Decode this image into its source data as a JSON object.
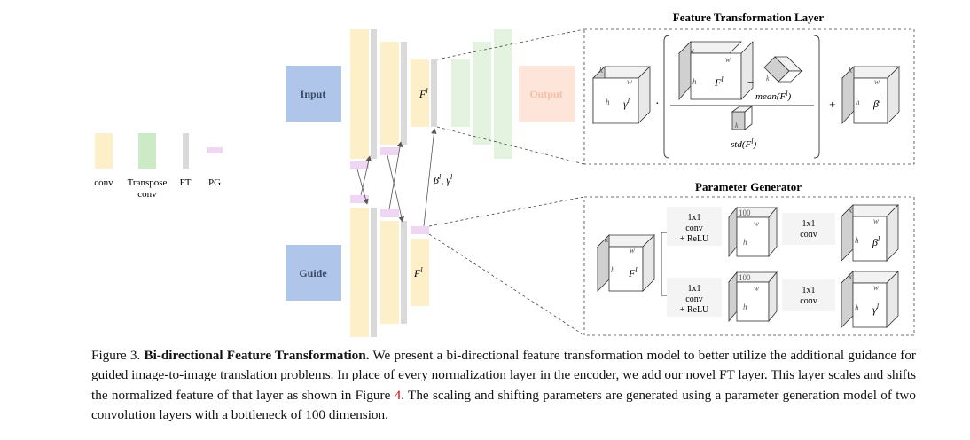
{
  "legend": {
    "conv": "conv",
    "transpose_conv_line1": "Transpose",
    "transpose_conv_line2": "conv",
    "ft": "FT",
    "pg": "PG",
    "colors": {
      "conv": "#fdf0c8",
      "transpose": "#cdeac6",
      "ft": "#d9d9d9",
      "pg": "#efd6f3"
    }
  },
  "network": {
    "input_label": "Input",
    "guide_label": "Guide",
    "output_label": "Output",
    "feature_top": "F",
    "feature_top_sup": "l",
    "feature_bottom": "F",
    "feature_bottom_sup": "l",
    "params_label": "β",
    "params_label_sup": "l",
    "params_label_sep": ", γ",
    "params_label_sup2": "l",
    "colors": {
      "input": "#afc5e9",
      "guide": "#afc5e9",
      "output": "#fde1d3"
    }
  },
  "ft_layer": {
    "title": "Feature Transformation Layer",
    "gamma": "γ",
    "gamma_sup": "l",
    "beta": "β",
    "beta_sup": "l",
    "feat": "F",
    "feat_sup": "l",
    "dim_k": "k",
    "dim_w": "w",
    "dim_h": "h",
    "mul_dot": "·",
    "minus": "−",
    "plus": "+",
    "mean_label": "mean(F",
    "mean_sup": "l",
    "mean_close": ")",
    "std_label": "std(F",
    "std_sup": "l",
    "std_close": ")"
  },
  "pg": {
    "title": "Parameter Generator",
    "feat": "F",
    "feat_sup": "l",
    "conv1_top": [
      "1x1",
      "conv",
      "+ ReLU"
    ],
    "conv1_bottom": [
      "1x1",
      "conv",
      "+ ReLU"
    ],
    "conv2_top": [
      "1x1",
      "conv"
    ],
    "conv2_bottom": [
      "1x1",
      "conv"
    ],
    "bottleneck_top": "100",
    "bottleneck_bottom": "100",
    "beta": "β",
    "beta_sup": "l",
    "gamma": "γ",
    "gamma_sup": "l",
    "dim_k": "k",
    "dim_w": "w",
    "dim_h": "h"
  },
  "caption": {
    "prefix": "Figure 3. ",
    "bold": "Bi-directional Feature Transformation.",
    "text1": " We present a bi-directional feature transformation model to better utilize the additional guidance for guided image-to-image translation problems. In place of every normalization layer in the encoder, we add our novel FT layer. This layer scales and shifts the normalized feature of that layer as shown in Figure ",
    "ref": "4",
    "text2": ". The scaling and shifting parameters are generated using a parameter generation model of two convolution layers with a bottleneck of 100 dimension."
  }
}
